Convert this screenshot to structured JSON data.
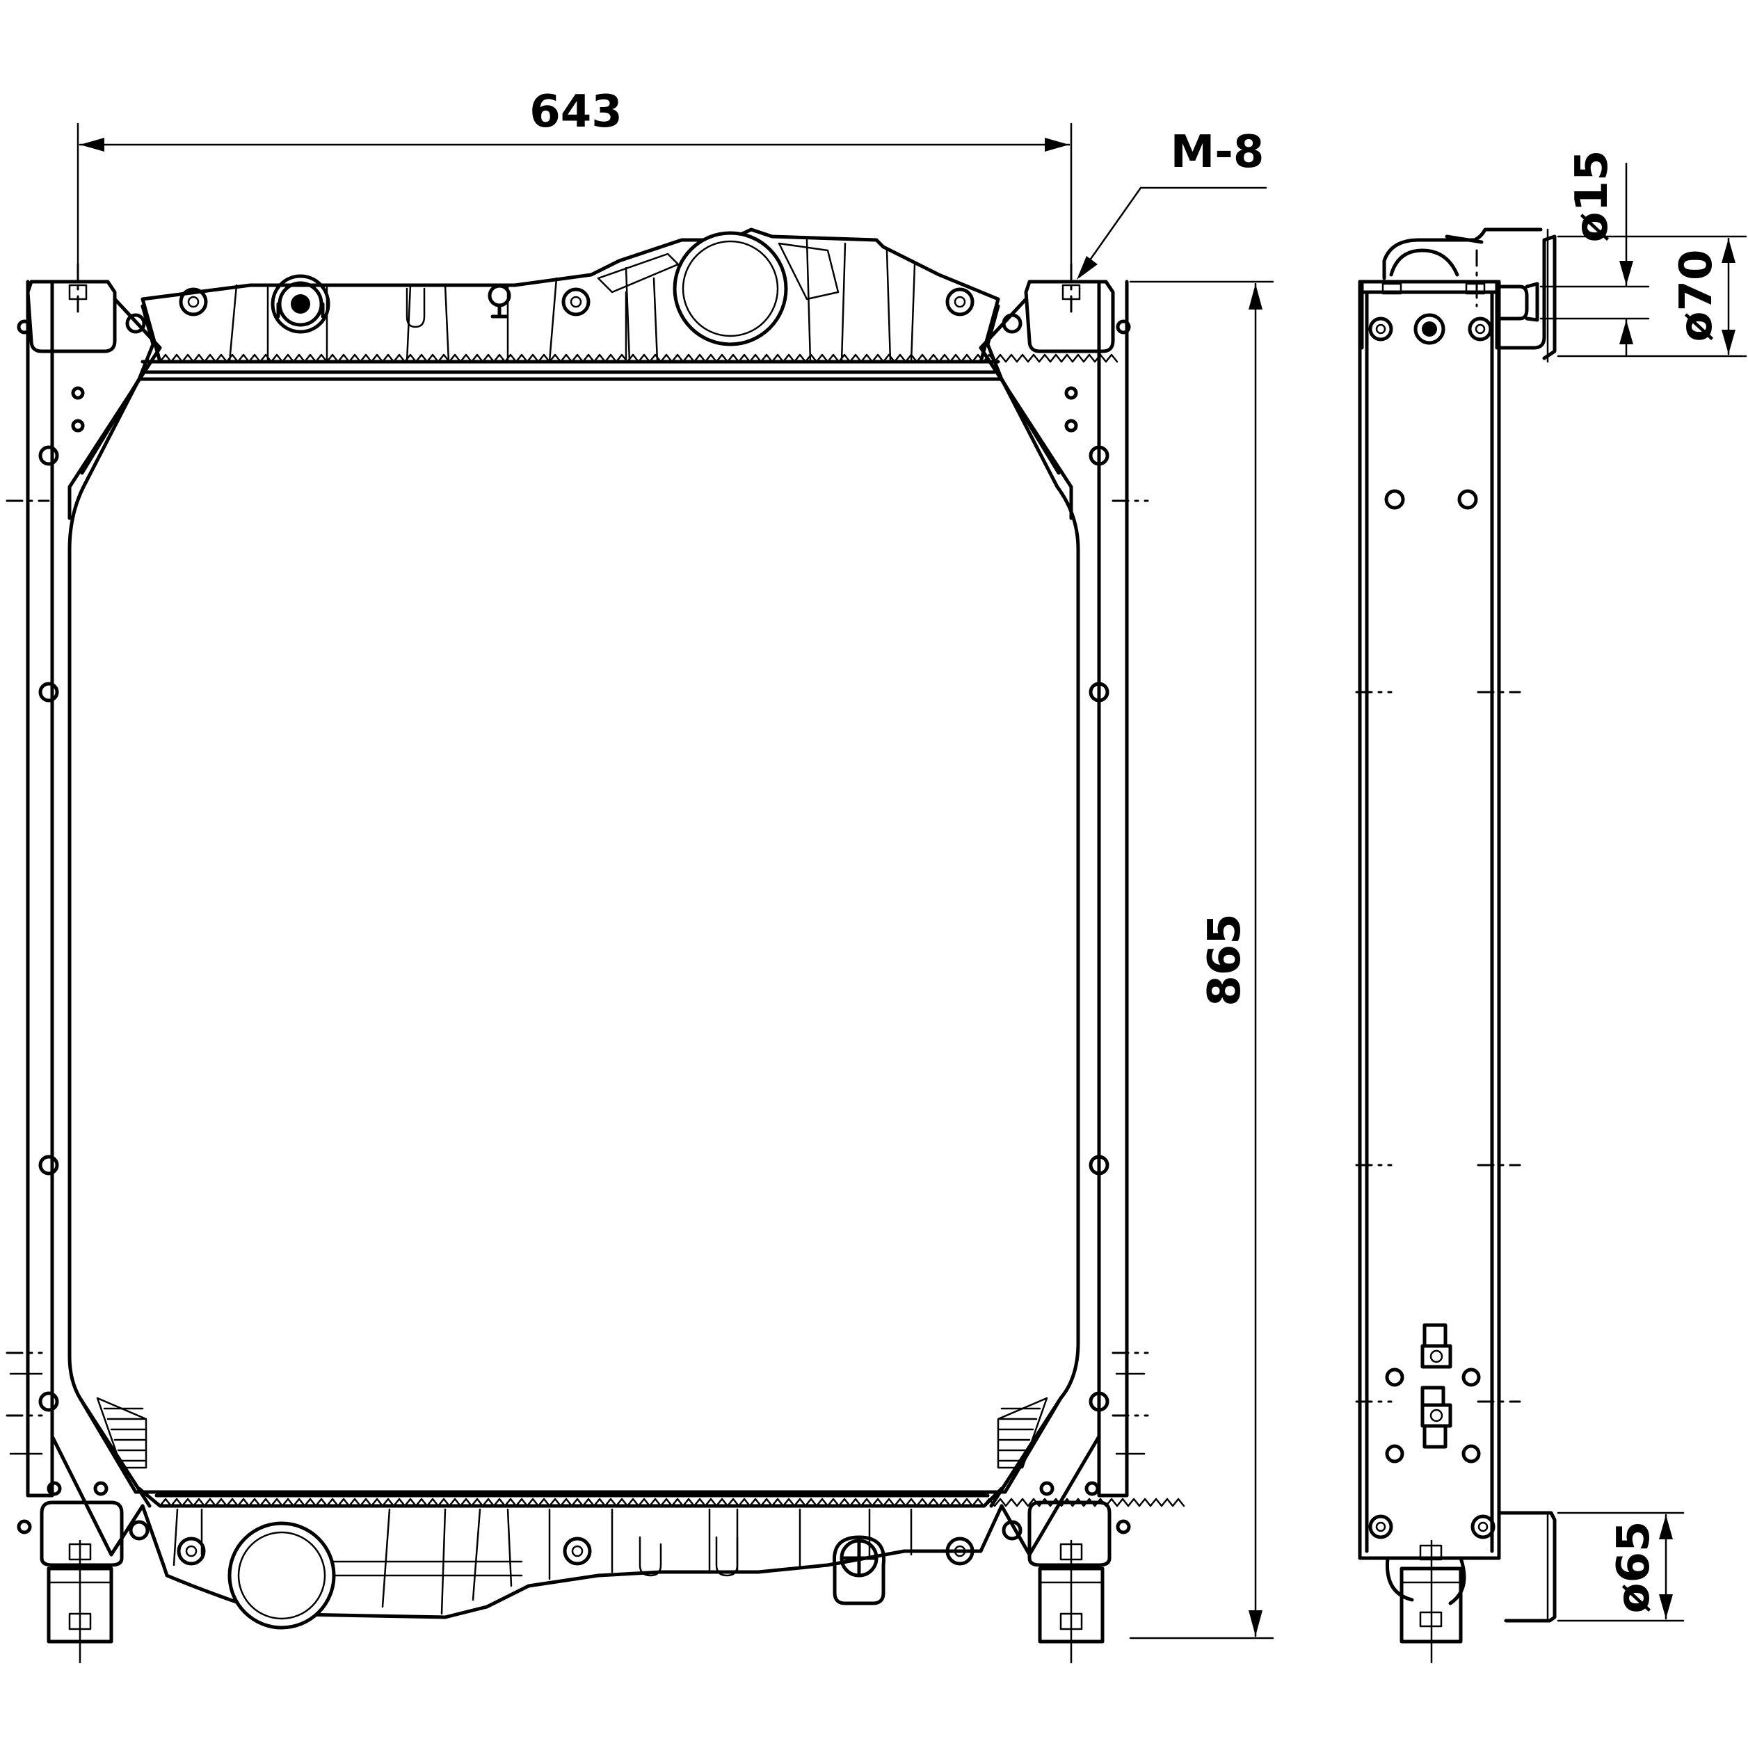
{
  "drawing": {
    "dimensions": {
      "width_label": "643",
      "height_label": "865",
      "thread_label": "M-8",
      "small_pipe_label": "ø15",
      "upper_pipe_label": "ø70",
      "lower_pipe_label": "ø65"
    }
  }
}
